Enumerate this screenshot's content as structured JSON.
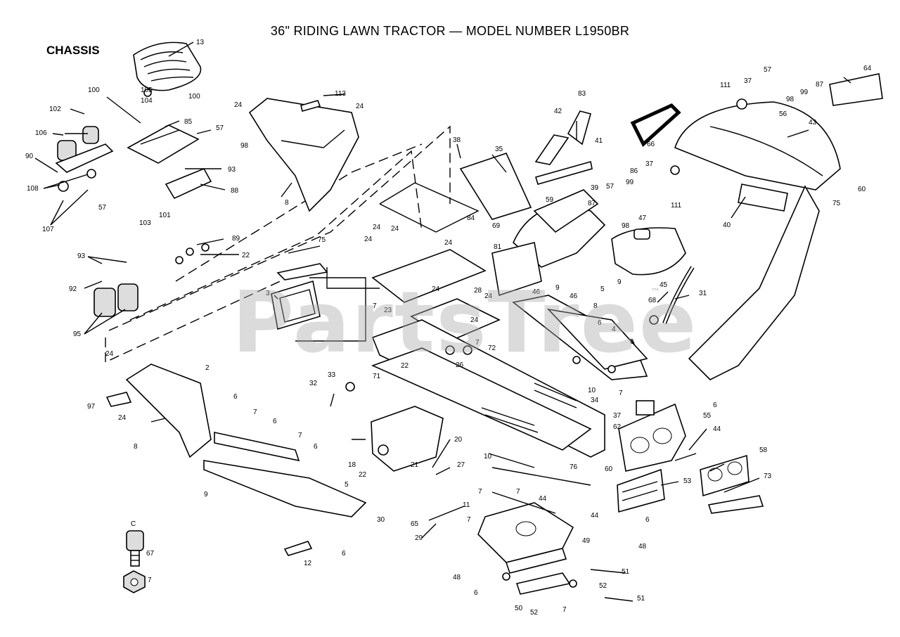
{
  "title": "36\" RIDING LAWN TRACTOR — MODEL NUMBER L1950BR",
  "section": "CHASSIS",
  "watermark": "PartsTree",
  "watermark_tm": "™",
  "labels": {
    "l13": "13",
    "l100a": "100",
    "l105": "105",
    "l104": "104",
    "l100b": "100",
    "l102": "102",
    "l106": "106",
    "l90": "90",
    "l108": "108",
    "l107": "107",
    "l85": "85",
    "l57a": "57",
    "l98a": "98",
    "l93a": "93",
    "l88": "88",
    "l57b": "57",
    "l101": "101",
    "l103": "103",
    "l89": "89",
    "l22a": "22",
    "l93b": "93",
    "l92": "92",
    "l95": "95",
    "l75a": "75",
    "l3": "3",
    "l24a": "24",
    "l24b": "24",
    "l113": "113",
    "l24c": "24",
    "l8a": "8",
    "l38": "38",
    "l35": "35",
    "l42": "42",
    "l83": "83",
    "l41": "41",
    "l66": "66",
    "l111a": "111",
    "l37a": "37",
    "l56a": "56",
    "l57c": "57",
    "l98b": "98",
    "l99a": "99",
    "l87a": "87",
    "l64": "64",
    "l43": "43",
    "l60a": "60",
    "l75b": "75",
    "l40": "40",
    "l86": "86",
    "l37b": "37",
    "l99b": "99",
    "l57d": "57",
    "l111b": "111",
    "l87b": "87",
    "l98c": "98",
    "l39": "39",
    "l59": "59",
    "l47": "47",
    "l84": "84",
    "l69": "69",
    "l81": "81",
    "l24d": "24",
    "l24e": "24",
    "l24f": "24",
    "l24g": "24",
    "l24h": "24",
    "l7a": "7",
    "l23": "23",
    "l28": "28",
    "l24i": "24",
    "l9a": "9",
    "l46a": "46",
    "l46b": "46",
    "l5a": "5",
    "l9b": "9",
    "l45": "45",
    "l31": "31",
    "l68": "68",
    "l8b": "8",
    "l6a": "6",
    "l4": "4",
    "l6b": "6",
    "l7b": "7",
    "l72": "72",
    "l22b": "22",
    "l26": "26",
    "l24j": "24",
    "l2": "2",
    "l97": "97",
    "l24k": "24",
    "l8c": "8",
    "l6c": "6",
    "l7c": "7",
    "l6d": "6",
    "l7d": "7",
    "l6e": "6",
    "l9c": "9",
    "l5b": "5",
    "l12": "12",
    "l6f": "6",
    "l32": "32",
    "l33": "33",
    "l71": "71",
    "l18": "18",
    "l22c": "22",
    "l21": "21",
    "l20": "20",
    "l30": "30",
    "l27": "27",
    "l11": "11",
    "l65": "65",
    "l29": "29",
    "l10a": "10",
    "l10b": "10",
    "l7e": "7",
    "l34": "34",
    "l37c": "37",
    "l62": "62",
    "l55": "55",
    "l44a": "44",
    "l6g": "6",
    "l76": "76",
    "l60b": "60",
    "l58": "58",
    "l73": "73",
    "l53": "53",
    "l44b": "44",
    "l44c": "44",
    "l49": "49",
    "l48a": "48",
    "l48b": "48",
    "l51a": "51",
    "l52a": "52",
    "l51b": "51",
    "l50": "50",
    "l52b": "52",
    "l6h": "6",
    "l7f": "7",
    "l7g": "7",
    "l7h": "7",
    "l7i": "7",
    "l6i": "6",
    "lC": "C",
    "l67": "67",
    "l7j": "7"
  }
}
